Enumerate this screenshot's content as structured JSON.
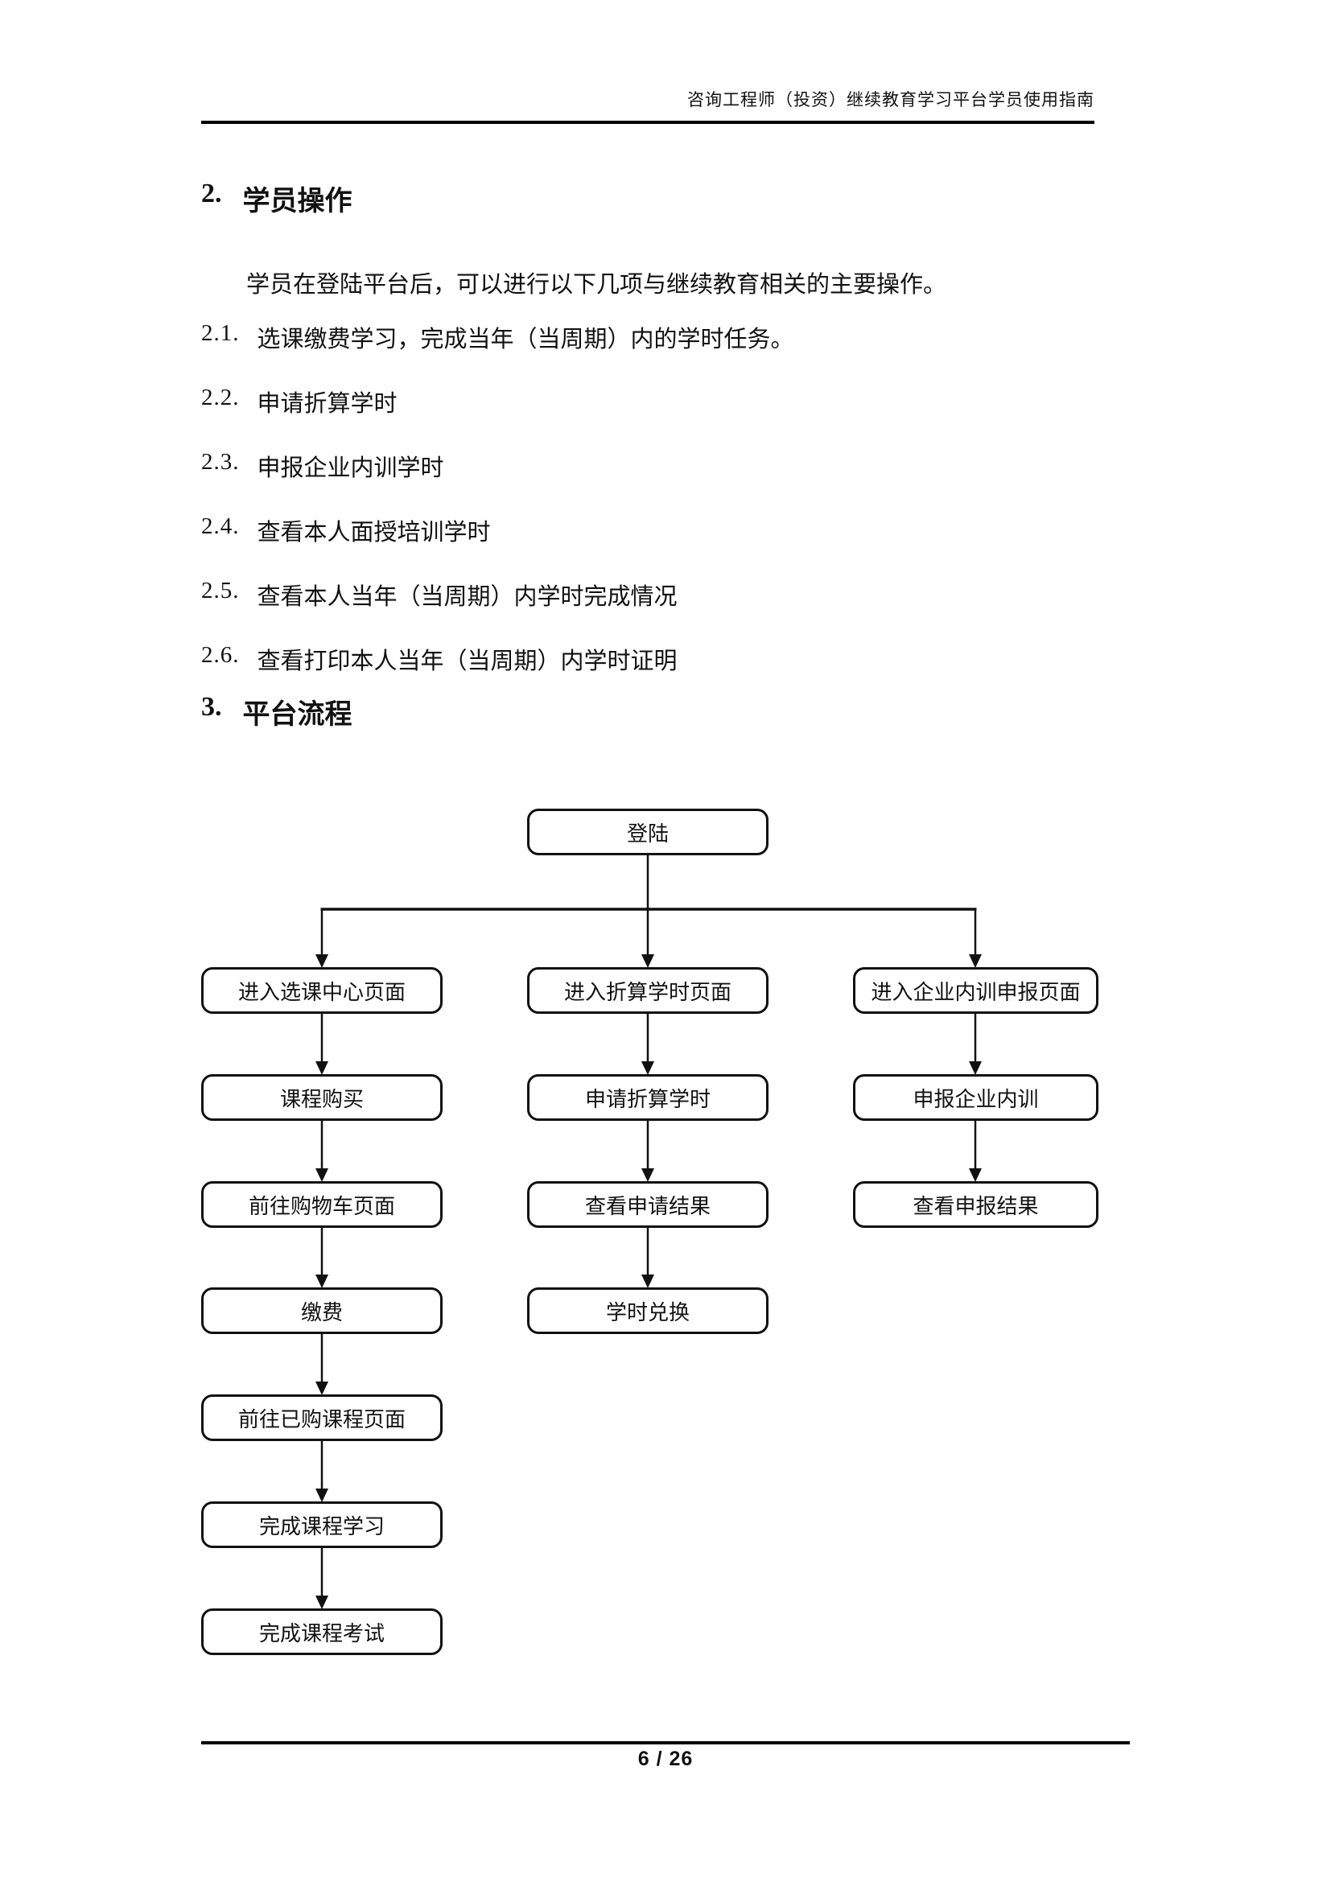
{
  "header": {
    "doc_title": "咨询工程师（投资）继续教育学习平台学员使用指南"
  },
  "section_2": {
    "number": "2.",
    "title": "学员操作",
    "intro": "学员在登陆平台后，可以进行以下几项与继续教育相关的主要操作。",
    "items": [
      {
        "num": "2.1.",
        "text": "选课缴费学习，完成当年（当周期）内的学时任务。"
      },
      {
        "num": "2.2.",
        "text": "申请折算学时"
      },
      {
        "num": "2.3.",
        "text": "申报企业内训学时"
      },
      {
        "num": "2.4.",
        "text": "查看本人面授培训学时"
      },
      {
        "num": "2.5.",
        "text": "查看本人当年（当周期）内学时完成情况"
      },
      {
        "num": "2.6.",
        "text": "查看打印本人当年（当周期）内学时证明"
      }
    ]
  },
  "section_3": {
    "number": "3.",
    "title": "平台流程"
  },
  "flowchart": {
    "root": "登陆",
    "columns": [
      {
        "steps": [
          "进入选课中心页面",
          "课程购买",
          "前往购物车页面",
          "缴费",
          "前往已购课程页面",
          "完成课程学习",
          "完成课程考试"
        ]
      },
      {
        "steps": [
          "进入折算学时页面",
          "申请折算学时",
          "查看申请结果",
          "学时兑换"
        ]
      },
      {
        "steps": [
          "进入企业内训申报页面",
          "申报企业内训",
          "查看申报结果"
        ]
      }
    ]
  },
  "footer": {
    "page_number": "6 / 26"
  }
}
